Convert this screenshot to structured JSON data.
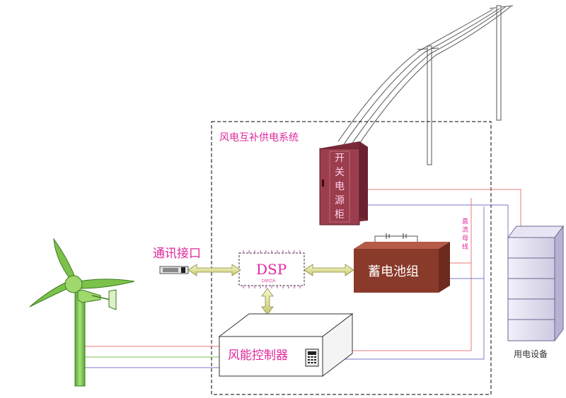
{
  "diagram": {
    "system_label": "风电互补供电系统",
    "switch_cabinet_label": [
      "开",
      "关",
      "电",
      "源",
      "柜"
    ],
    "comm_interface_label": "通讯接口",
    "dsp_label": "DSP",
    "dsp_sublabel": "DSP芯片",
    "battery_label": "蓄电池组",
    "dc_bus_label": [
      "直",
      "流",
      "母",
      "线"
    ],
    "controller_label": "风能控制器",
    "load_label": "用电设备"
  },
  "colors": {
    "label_text": "#e0289c",
    "cabinet": "#9b3d4c",
    "battery": "#8a3a2a",
    "turbine_green": "#7cc24a",
    "arrow_fill": "#e8e8a0",
    "red_wire": "#e87878",
    "blue_wire": "#7878c8",
    "load_rack": "#e4e0f0"
  }
}
